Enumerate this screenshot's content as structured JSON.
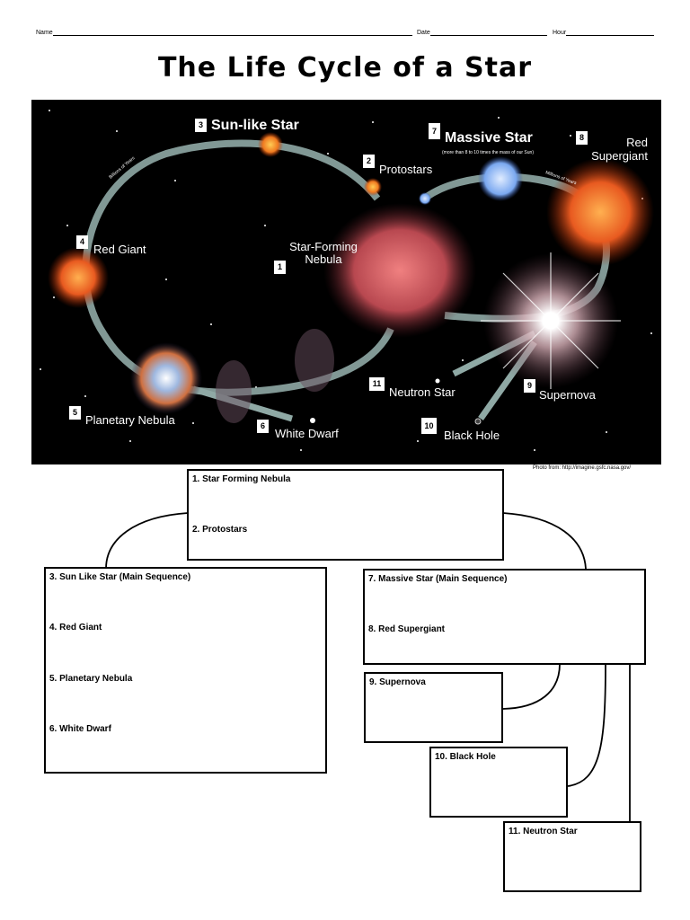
{
  "header": {
    "name_label": "Name",
    "date_label": "Date",
    "hour_label": "Hour"
  },
  "title": "The Life Cycle of a Star",
  "diagram": {
    "labels": {
      "sun_like_star": "Sun-like Star",
      "protostars": "Protostars",
      "massive_star": "Massive Star",
      "massive_note": "(more than 8 to 10 times the mass of our Sun)",
      "red_supergiant": "Red Supergiant",
      "red_giant": "Red Giant",
      "star_forming_nebula": "Star-Forming Nebula",
      "planetary_nebula": "Planetary Nebula",
      "white_dwarf": "White Dwarf",
      "neutron_star": "Neutron Star",
      "black_hole": "Black Hole",
      "supernova": "Supernova",
      "billions_of_years": "Billions of Years",
      "millions_of_years": "Millions of Years"
    },
    "numbers": {
      "n1": "1",
      "n2": "2",
      "n3": "3",
      "n4": "4",
      "n5": "5",
      "n6": "6",
      "n7": "7",
      "n8": "8",
      "n9": "9",
      "n10": "10",
      "n11": "11"
    }
  },
  "photo_credit": "Photo from: http://imagine.gsfc.nasa.gov/",
  "boxes": {
    "top": [
      "1. Star Forming Nebula",
      "2. Protostars"
    ],
    "left": [
      "3. Sun Like Star (Main Sequence)",
      "4. Red Giant",
      "5. Planetary Nebula",
      "6. White Dwarf"
    ],
    "right": [
      "7. Massive Star (Main Sequence)",
      "8. Red Supergiant"
    ],
    "supernova": "9. Supernova",
    "black_hole": "10. Black Hole",
    "neutron_star": "11. Neutron Star"
  },
  "colors": {
    "space_bg": "#000000",
    "path": "#8fa9a5",
    "nebula": "#c8605e",
    "red_star": "#e8562a",
    "blue_star": "#8fb8ff"
  }
}
